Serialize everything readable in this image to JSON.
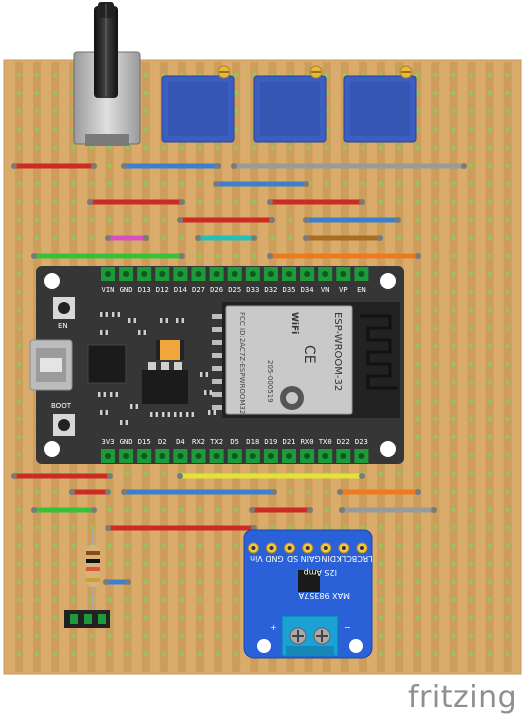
{
  "watermark": "fritzing",
  "colors": {
    "board": "#d9ac6b",
    "strip": "#c3924f",
    "hole": "#8fc85f",
    "esp_body": "#363636",
    "module_shield": "#c9c9c9",
    "pot_body": "#3b5fc0",
    "amp_board": "#2a60d8"
  },
  "esp32": {
    "top_pins": [
      "VIN",
      "GND",
      "D13",
      "D12",
      "D14",
      "D27",
      "D26",
      "D25",
      "D33",
      "D32",
      "D35",
      "D34",
      "VN",
      "VP",
      "EN"
    ],
    "bottom_pins": [
      "3V3",
      "GND",
      "D15",
      "D2",
      "D4",
      "RX2",
      "TX2",
      "D5",
      "D18",
      "D19",
      "D21",
      "RX0",
      "TX0",
      "D22",
      "D23"
    ],
    "en_label": "EN",
    "boot_label": "BOOT",
    "module_text": "ESP-WROOM-32",
    "module_sub": "FCC ID:2AC7Z-ESPWROOM32",
    "module_code": "205-000519",
    "ce_mark": "CE",
    "wifi_mark": "WiFi"
  },
  "amp": {
    "pins_top": [
      "LRC",
      "BCLK",
      "DIN",
      "GAIN",
      "SD",
      "GND",
      "Vin"
    ],
    "title": "I2S Amp",
    "chip": "MAX 98357A",
    "plus": "+",
    "minus": "−"
  }
}
